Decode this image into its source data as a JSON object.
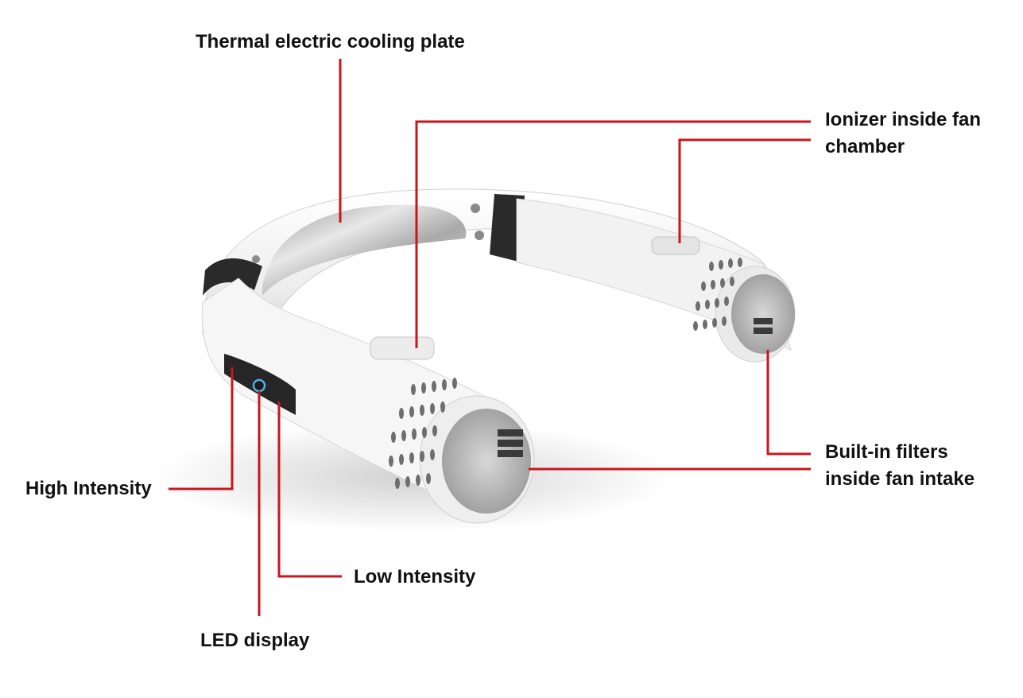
{
  "labels": {
    "thermal_plate": "Thermal electric cooling plate",
    "ionizer_line1": "Ionizer inside fan",
    "ionizer_line2": "chamber",
    "filters_line1": "Built-in filters",
    "filters_line2": "inside fan intake",
    "high_intensity": "High Intensity",
    "low_intensity": "Low Intensity",
    "led_display": "LED display"
  },
  "colors": {
    "leader_line": "#c8161d",
    "body": "#f4f4f4",
    "accent_band": "#2a2a2a",
    "cooling_plate": "#b9b9b9",
    "led_ring": "#4fb3e8"
  }
}
